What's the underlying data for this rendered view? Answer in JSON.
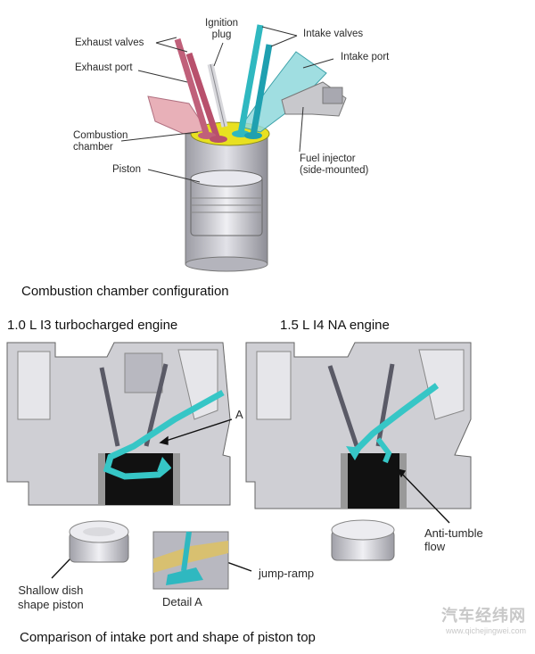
{
  "labels": {
    "exhaust_valves": "Exhaust valves",
    "exhaust_port": "Exhaust port",
    "ignition_plug": "Ignition\nplug",
    "intake_valves": "Intake valves",
    "intake_port": "Intake port",
    "combustion_chamber": "Combustion\nchamber",
    "piston": "Piston",
    "fuel_injector": "Fuel injector\n(side-mounted)",
    "a_marker": "A",
    "anti_tumble_flow": "Anti-tumble\nflow",
    "jump_ramp": "jump-ramp",
    "shallow_dish": "Shallow dish\nshape piston",
    "detail_a": "Detail A"
  },
  "captions": {
    "top": "Combustion chamber configuration",
    "bottom": "Comparison of intake port and shape of piston top"
  },
  "subtitles": {
    "left": "1.0 L I3 turbocharged engine",
    "right": "1.5 L I4 NA engine"
  },
  "watermark": {
    "text": "汽车经纬网",
    "url": "www.qichejingwei.com"
  },
  "colors": {
    "exhaust": "#c0607a",
    "intake": "#2fb8c0",
    "chamber": "#e8e020",
    "flow": "#36c6c6",
    "gray": "#c8c8cc"
  }
}
